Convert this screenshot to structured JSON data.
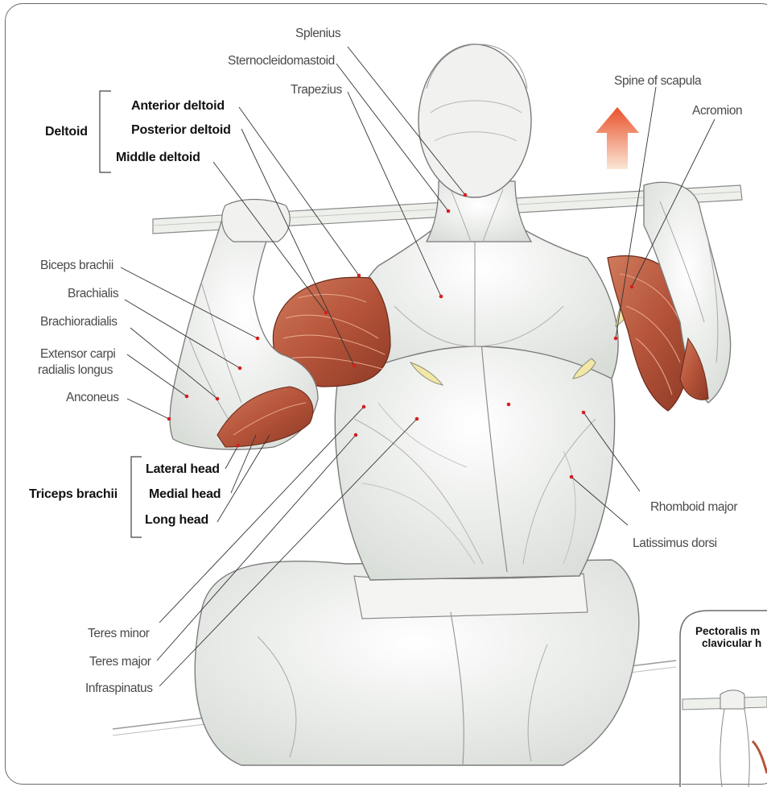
{
  "groups": {
    "deltoid": "Deltoid",
    "triceps": "Triceps brachii"
  },
  "bold_labels": {
    "anterior_deltoid": "Anterior deltoid",
    "posterior_deltoid": "Posterior deltoid",
    "middle_deltoid": "Middle deltoid",
    "lateral_head": "Lateral head",
    "medial_head": "Medial head",
    "long_head": "Long head"
  },
  "labels": {
    "splenius": "Splenius",
    "sternocleidomastoid": "Sternocleidomastoid",
    "trapezius": "Trapezius",
    "spine_of_scapula": "Spine of scapula",
    "acromion": "Acromion",
    "biceps_brachii": "Biceps brachii",
    "brachialis": "Brachialis",
    "brachioradialis": "Brachioradialis",
    "extensor_line1": "Extensor carpi",
    "extensor_line2": "radialis longus",
    "anconeus": "Anconeus",
    "rhomboid_major": "Rhomboid major",
    "latissimus_dorsi": "Latissimus dorsi",
    "teres_minor": "Teres minor",
    "teres_major": "Teres major",
    "infraspinatus": "Infraspinatus"
  },
  "inset": {
    "line1": "Pectoralis m",
    "line2": "clavicular h"
  },
  "colors": {
    "muscle_red": "#b5543a",
    "arrow_top": "#e8512b",
    "arrow_bottom": "#fbe3cf",
    "leader_dot": "#d42020"
  }
}
